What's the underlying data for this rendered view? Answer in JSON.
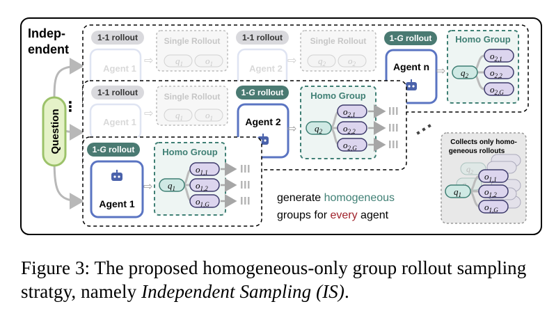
{
  "labels": {
    "indep_line1": "Indep-",
    "indep_line2": "endent",
    "question": "Question",
    "dots": "⋮",
    "one_one_rollout": "1-1 rollout",
    "one_g_prefix": "1-",
    "one_g_var": "G",
    "one_g_suffix": " rollout",
    "single_rollout": "Single Rollout",
    "homo_group": "Homo Group",
    "agent_1": "Agent 1",
    "agent_2": "Agent 2",
    "agent_n": "Agent n",
    "q1": "q",
    "q1_sub": "1",
    "q2": "q",
    "q2_sub": "2",
    "o_letter": "o",
    "sub_11": "1,1",
    "sub_12": "1,2",
    "sub_1g": "1,G",
    "sub_21": "2,1",
    "sub_22": "2,2",
    "sub_2g": "2,G",
    "sub_1": "1",
    "sub_2": "2",
    "more_dots": "⋰",
    "gen_line1_pre": "generate ",
    "gen_line1_hl": "homogeneous",
    "gen_line2_pre": "groups for ",
    "gen_line2_hl": "every",
    "gen_line2_post": " agent",
    "collect_line1": "Collects only homo-",
    "collect_line2": "geneous rollouts"
  },
  "caption": {
    "prefix": "Figure 3: The proposed homogeneous-only group rollout sampling stratgy, namely ",
    "italic": "Independent Sampling (IS)",
    "suffix": "."
  },
  "colors": {
    "agent_border": "#5a74c2",
    "homo_green": "#3f7f74",
    "homo_fill": "#eef5f3",
    "q_fill": "#cfe9e4",
    "o_fill": "#dcd5ee",
    "o_border": "#3d3a6b",
    "question_fill": "#e5f2c8",
    "question_border": "#9cc26a",
    "every_red": "#a0222b",
    "gray_pill": "#d9d9dd"
  }
}
